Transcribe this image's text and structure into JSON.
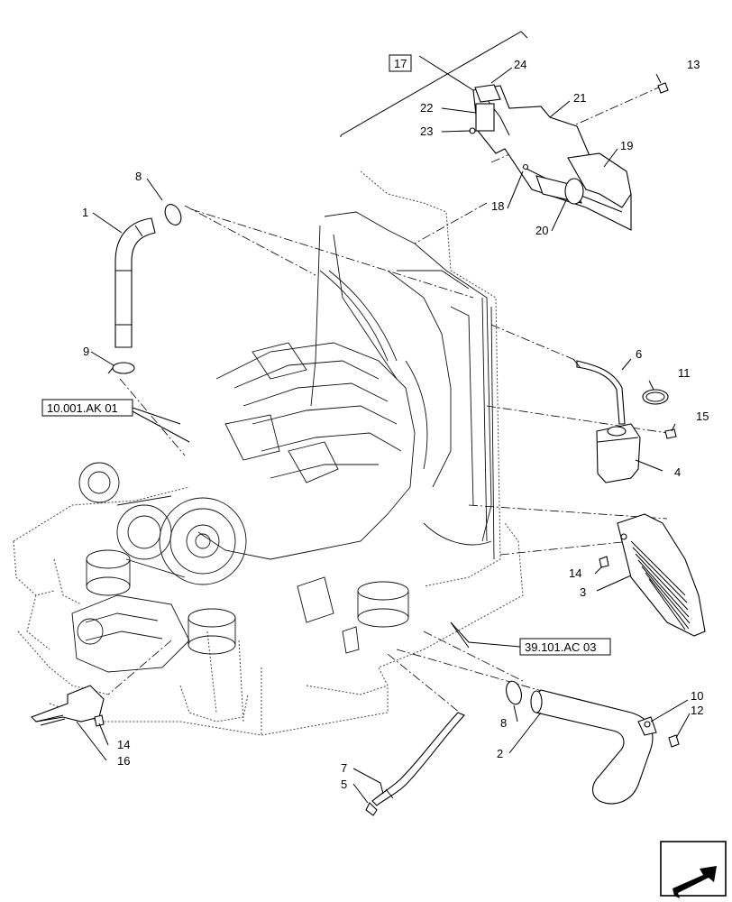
{
  "callouts": {
    "c1": "1",
    "c2": "2",
    "c3": "3",
    "c4": "4",
    "c5": "5",
    "c6": "6",
    "c7": "7",
    "c8a": "8",
    "c8b": "8",
    "c9": "9",
    "c10": "10",
    "c11": "11",
    "c12": "12",
    "c13": "13",
    "c14a": "14",
    "c14b": "14",
    "c15": "15",
    "c16": "16",
    "c17": "17",
    "c18": "18",
    "c19": "19",
    "c20": "20",
    "c21": "21",
    "c22": "22",
    "c23": "23",
    "c24": "24"
  },
  "references": {
    "engine_ref": "10.001.AK 01",
    "frame_ref": "39.101.AC 03"
  },
  "icons": {
    "nav": "next-page-arrow-icon"
  }
}
